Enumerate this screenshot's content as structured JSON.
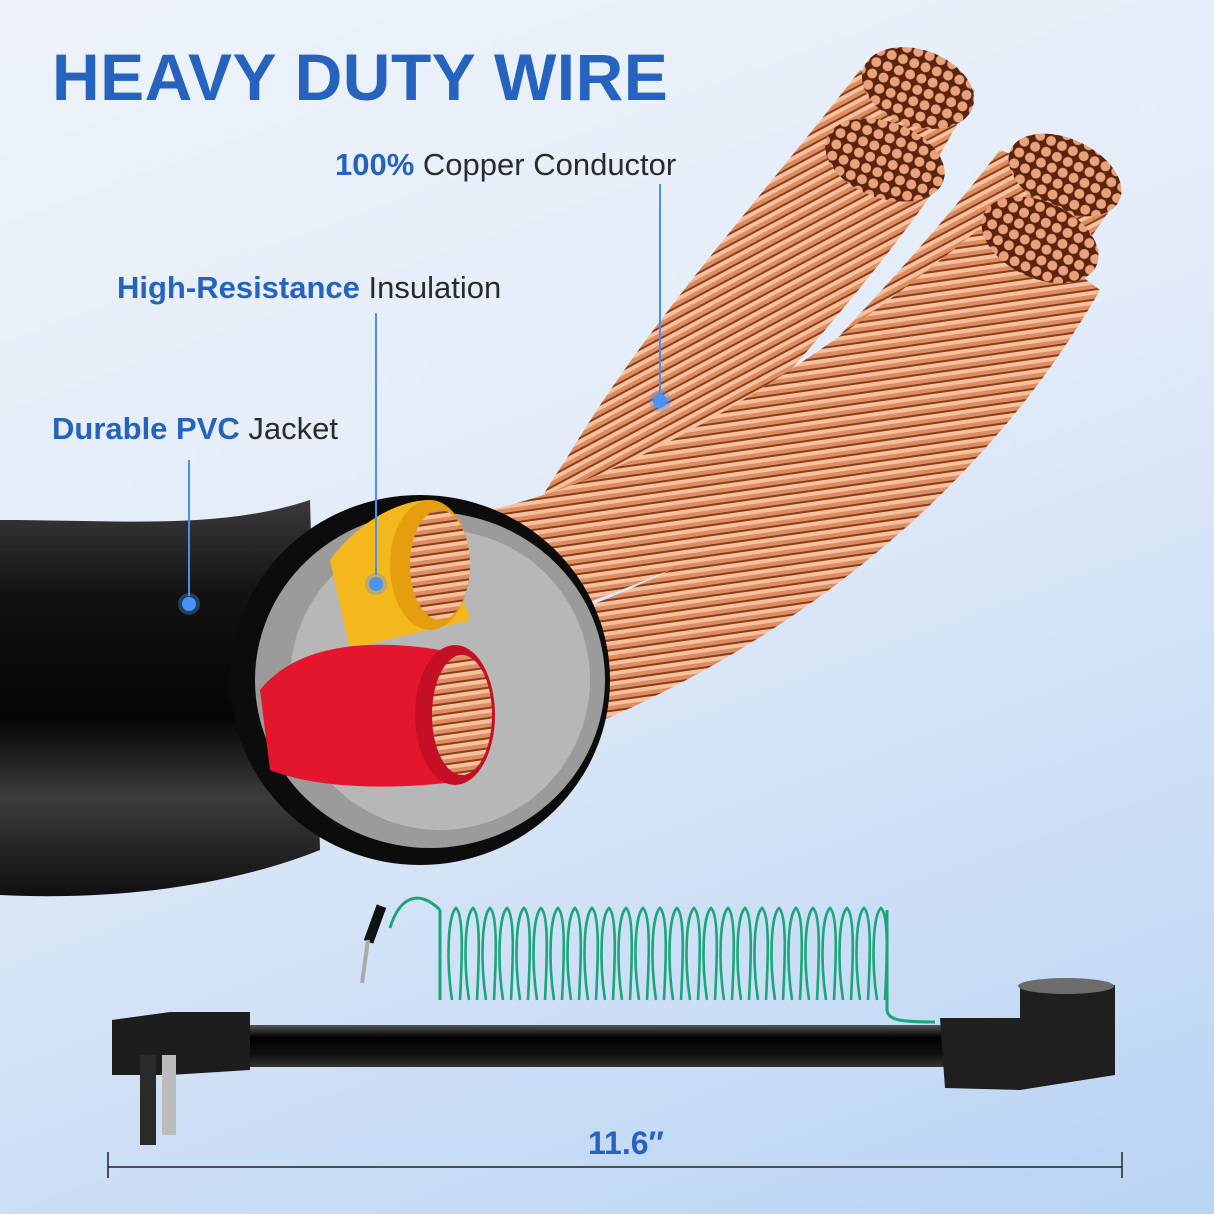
{
  "title": "HEAVY DUTY WIRE",
  "callouts": [
    {
      "highlight": "100%",
      "text": "Copper Conductor"
    },
    {
      "highlight": "High-Resistance",
      "text": "Insulation"
    },
    {
      "highlight": "Durable PVC",
      "text": "Jacket"
    }
  ],
  "dimension": {
    "value": "11.6″"
  },
  "colors": {
    "accent": "#2563be",
    "leader": "#4a8ff0",
    "copper": "#d9875a",
    "jacket": "#111111",
    "insulation_yellow": "#f4b81c",
    "insulation_red": "#e3162e",
    "ground_wire": "#1aa57a"
  }
}
